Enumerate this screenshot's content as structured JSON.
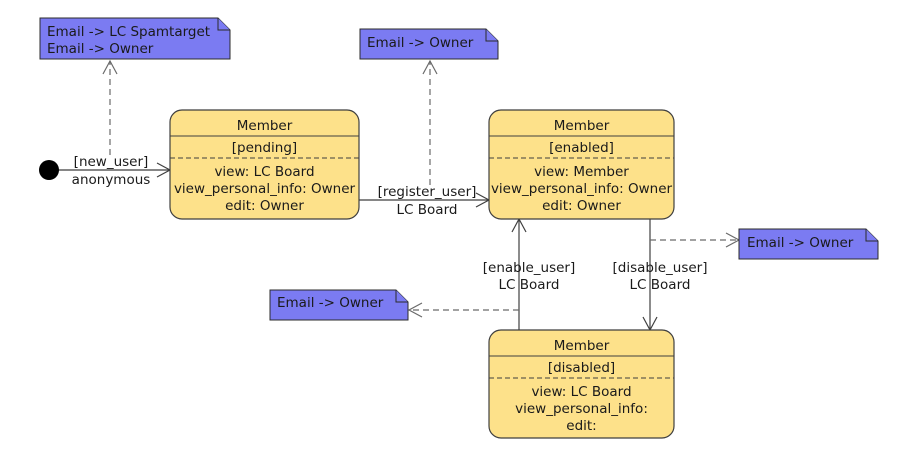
{
  "initial_transition": {
    "guard": "[new_user]",
    "actor": "anonymous"
  },
  "states": {
    "pending": {
      "title": "Member",
      "status": "[pending]",
      "lines": [
        "view: LC Board",
        "view_personal_info: Owner",
        "edit: Owner"
      ]
    },
    "enabled": {
      "title": "Member",
      "status": "[enabled]",
      "lines": [
        "view: Member",
        "view_personal_info: Owner",
        "edit: Owner"
      ]
    },
    "disabled": {
      "title": "Member",
      "status": "[disabled]",
      "lines": [
        "view: LC Board",
        "view_personal_info:",
        "edit:"
      ]
    }
  },
  "transitions": {
    "register": {
      "guard": "[register_user]",
      "actor": "LC Board"
    },
    "enable": {
      "guard": "[enable_user]",
      "actor": "LC Board"
    },
    "disable": {
      "guard": "[disable_user]",
      "actor": "LC Board"
    }
  },
  "notes": {
    "new_user": [
      "Email -> LC Spamtarget",
      "Email -> Owner"
    ],
    "register": [
      "Email -> Owner"
    ],
    "disable": [
      "Email -> Owner"
    ],
    "enable": [
      "Email -> Owner"
    ]
  },
  "colors": {
    "state_fill": "#fde18a",
    "note_fill": "#7b7bf2",
    "stroke": "#3f3f3f"
  }
}
